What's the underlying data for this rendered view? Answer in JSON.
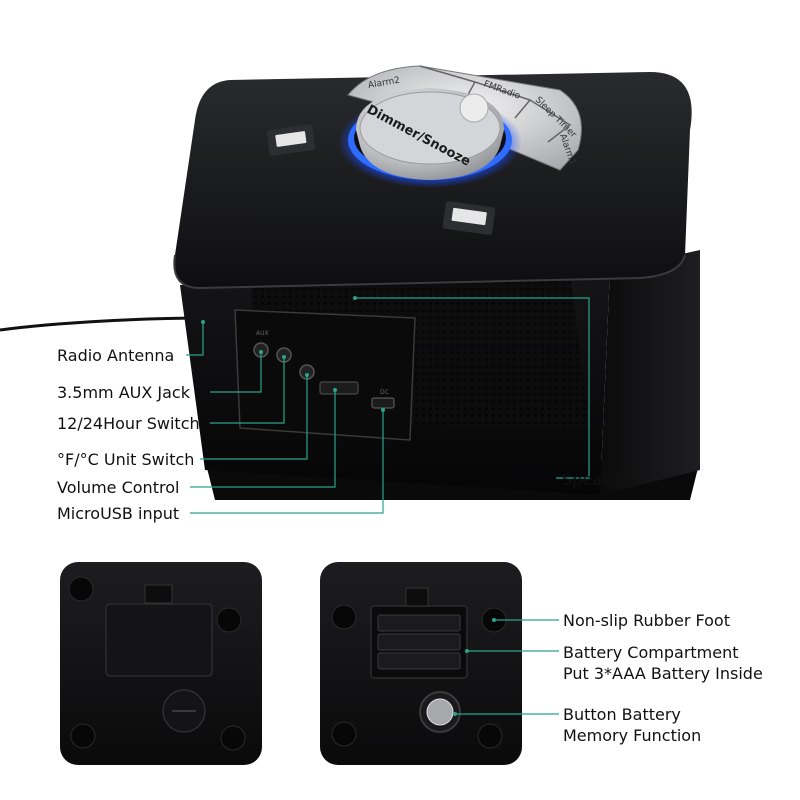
{
  "top_view": {
    "callouts": {
      "radio_antenna": "Radio Antenna",
      "aux_jack": "3.5mm AUX Jack",
      "hour_switch": "12/24Hour Switch",
      "unit_switch": "°F/°C Unit Switch",
      "volume_control": "Volume Control",
      "microusb_input": "MicroUSB input",
      "speaker": "Speaker"
    },
    "dial_text": {
      "main": "Dimmer/Snooze",
      "alarm1": "Alarm1",
      "alarm2": "Alarm2",
      "fm_radio": "FMRadio",
      "sleep_timer": "Sleep Timer"
    }
  },
  "bottom_view": {
    "callouts": {
      "rubber_foot": "Non-slip Rubber Foot",
      "battery_line1": "Battery Compartment",
      "battery_line2": "Put 3*AAA Battery Inside",
      "button_line1": "Button Battery",
      "button_line2": "Memory Function"
    }
  },
  "colors": {
    "device_body": "#1a1a1c",
    "dial_ring_glow": "#2f6cff",
    "leader_line": "#2aa38a",
    "knob_silver": "#c8c9cc"
  }
}
